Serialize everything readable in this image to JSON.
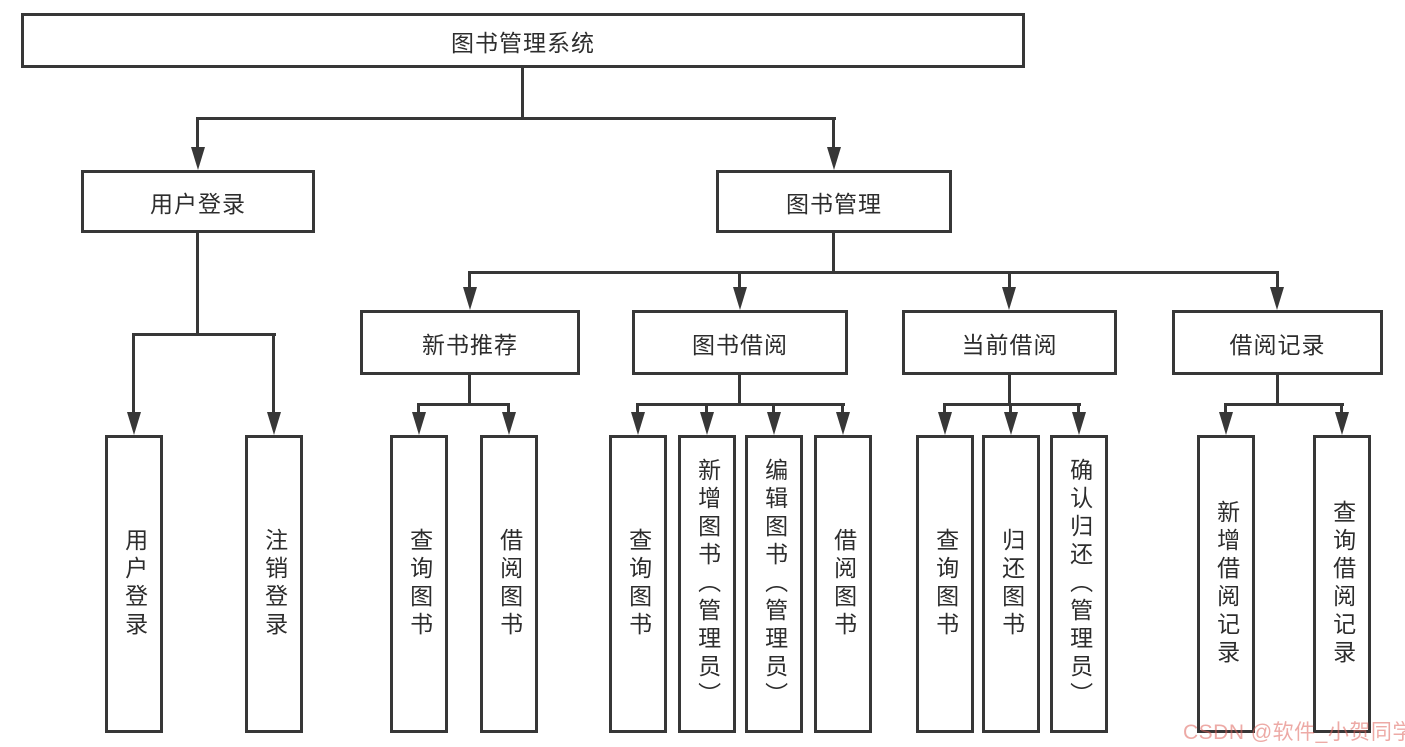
{
  "tree": {
    "root": {
      "label": "图书管理系统",
      "children": [
        {
          "label": "用户登录",
          "children": [
            {
              "label": "用户登录"
            },
            {
              "label": "注销登录"
            }
          ]
        },
        {
          "label": "图书管理",
          "children": [
            {
              "label": "新书推荐",
              "children": [
                {
                  "label": "查询图书"
                },
                {
                  "label": "借阅图书"
                }
              ]
            },
            {
              "label": "图书借阅",
              "children": [
                {
                  "label": "查询图书"
                },
                {
                  "label": "新增图书（管理员）"
                },
                {
                  "label": "编辑图书（管理员）"
                },
                {
                  "label": "借阅图书"
                }
              ]
            },
            {
              "label": "当前借阅",
              "children": [
                {
                  "label": "查询图书"
                },
                {
                  "label": "归还图书"
                },
                {
                  "label": "确认归还（管理员）"
                }
              ]
            },
            {
              "label": "借阅记录",
              "children": [
                {
                  "label": "新增借阅记录"
                },
                {
                  "label": "查询借阅记录"
                }
              ]
            }
          ]
        }
      ]
    }
  },
  "watermark": {
    "text": "CSDN @软件_小贺同学",
    "color": "#de655c"
  },
  "colors": {
    "line": "#373737",
    "text": "#2d2d2d",
    "background": "#ffffff"
  }
}
